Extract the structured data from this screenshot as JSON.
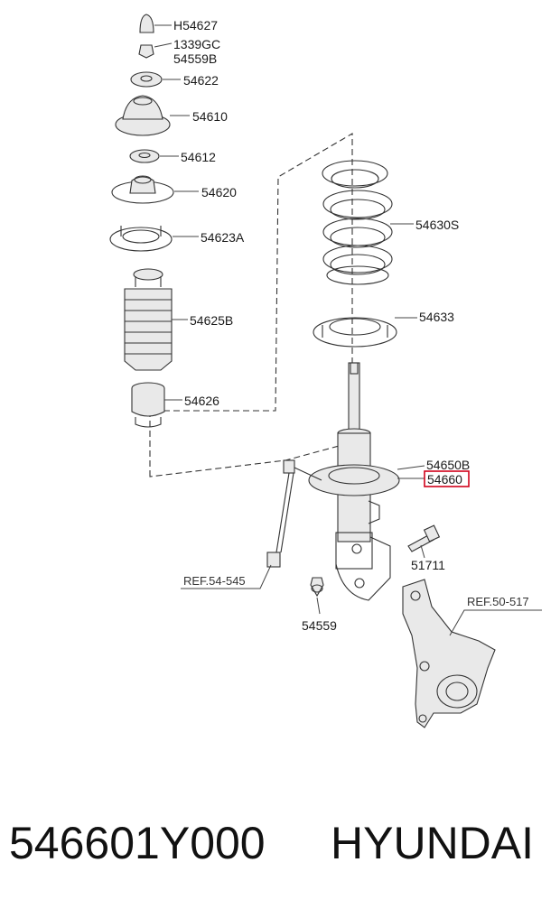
{
  "labels": {
    "h54627": "H54627",
    "c1339gc": "1339GC",
    "c54559b": "54559B",
    "c54622": "54622",
    "c54610": "54610",
    "c54612": "54612",
    "c54620": "54620",
    "c54623a": "54623A",
    "c54625b": "54625B",
    "c54626": "54626",
    "c54630s": "54630S",
    "c54633": "54633",
    "c54650b": "54650B",
    "c54660": "54660",
    "c51711": "51711",
    "c54559": "54559",
    "ref_54_545": "REF.54-545",
    "ref_50_517": "REF.50-517"
  },
  "highlight_color": "#d0021b",
  "caption": {
    "part_number": "546601Y000",
    "brand": "HYUNDAI"
  }
}
